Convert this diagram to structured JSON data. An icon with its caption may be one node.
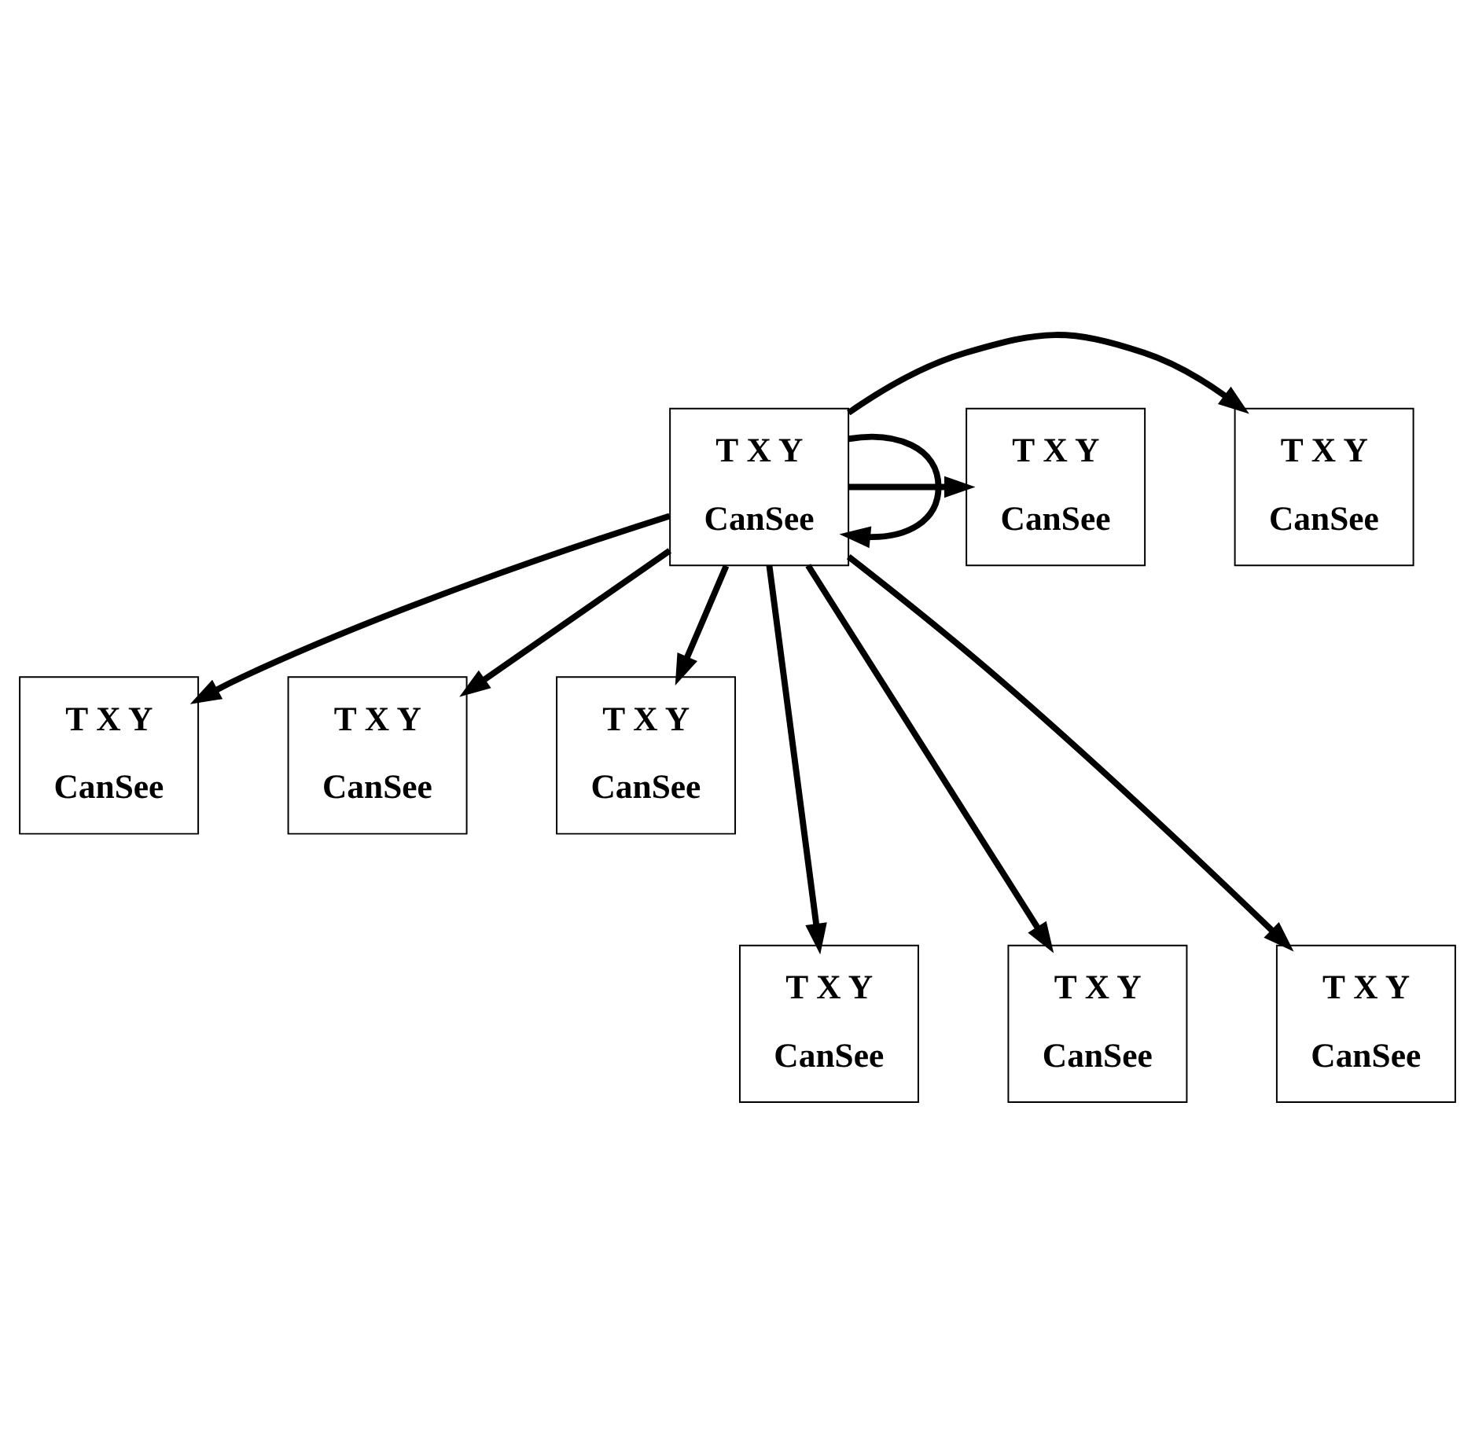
{
  "diagram": {
    "nodes": [
      {
        "text": [
          "T X Y",
          "CanSee"
        ]
      },
      {
        "text": [
          "T X Y",
          "CanSee"
        ]
      },
      {
        "text": [
          "T X Y",
          "CanSee"
        ]
      },
      {
        "text": [
          "T X Y",
          "CanSee"
        ]
      },
      {
        "text": [
          "T X Y",
          "CanSee"
        ]
      },
      {
        "text": [
          "T X Y",
          "CanSee"
        ]
      },
      {
        "text": [
          "T X Y",
          "CanSee"
        ]
      },
      {
        "text": [
          "T X Y",
          "CanSee"
        ]
      },
      {
        "text": [
          "T X Y",
          "CanSee"
        ]
      }
    ],
    "edges": [
      {
        "from": 0,
        "to": 0,
        "arrow": "to"
      },
      {
        "from": 0,
        "to": 1,
        "arrow": "to"
      },
      {
        "from": 0,
        "to": 2,
        "arrow": "to"
      },
      {
        "from": 0,
        "to": 3,
        "arrow": "to"
      },
      {
        "from": 0,
        "to": 4,
        "arrow": "to"
      },
      {
        "from": 0,
        "to": 5,
        "arrow": "to"
      },
      {
        "from": 0,
        "to": 6,
        "arrow": "to"
      },
      {
        "from": 0,
        "to": 7,
        "arrow": "to"
      },
      {
        "from": 0,
        "to": 8,
        "arrow": "to"
      }
    ]
  }
}
